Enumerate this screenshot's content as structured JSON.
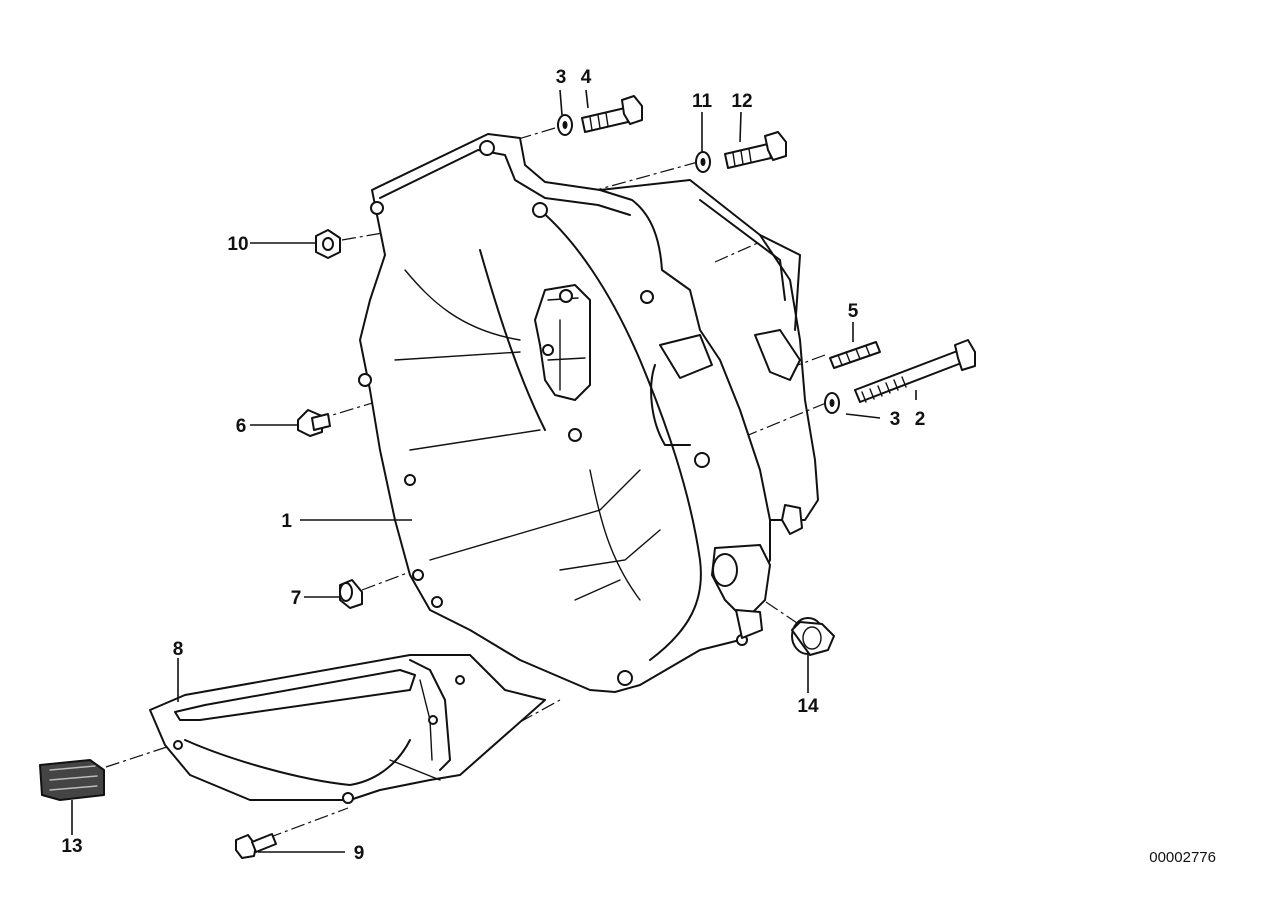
{
  "diagram": {
    "callouts": [
      {
        "id": "c1",
        "label": "1"
      },
      {
        "id": "c2",
        "label": "2"
      },
      {
        "id": "c3a",
        "label": "3"
      },
      {
        "id": "c3b",
        "label": "3"
      },
      {
        "id": "c4",
        "label": "4"
      },
      {
        "id": "c5",
        "label": "5"
      },
      {
        "id": "c6",
        "label": "6"
      },
      {
        "id": "c7",
        "label": "7"
      },
      {
        "id": "c8",
        "label": "8"
      },
      {
        "id": "c9",
        "label": "9"
      },
      {
        "id": "c10",
        "label": "10"
      },
      {
        "id": "c11",
        "label": "11"
      },
      {
        "id": "c12",
        "label": "12"
      },
      {
        "id": "c13",
        "label": "13"
      },
      {
        "id": "c14",
        "label": "14"
      }
    ],
    "document_number": "00002776"
  }
}
